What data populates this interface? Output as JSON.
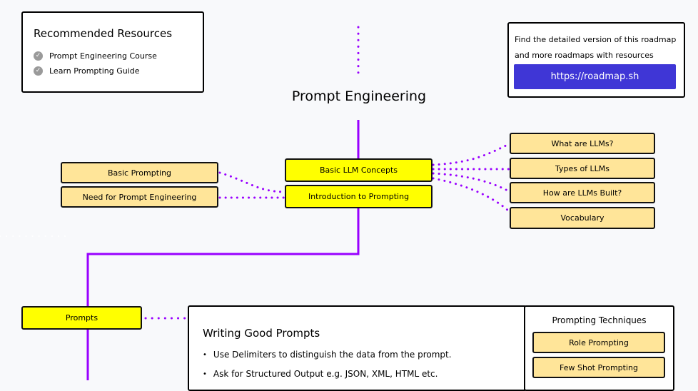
{
  "resources": {
    "title": "Recommended Resources",
    "items": [
      {
        "label": "Prompt Engineering Course",
        "icon": "check-circle-icon"
      },
      {
        "label": "Learn Prompting Guide",
        "icon": "check-circle-icon"
      }
    ]
  },
  "promo": {
    "text": "Find the detailed version of this roadmap and more roadmaps with resources",
    "button_label": "https://roadmap.sh",
    "button_color": "#3f36d6"
  },
  "title": "Prompt Engineering",
  "colors": {
    "connector": "#9900ff",
    "main_node": "#ffff00",
    "sub_node": "#ffe599"
  },
  "main_nodes": {
    "basic_llm_concepts": "Basic LLM Concepts",
    "introduction_to_prompting": "Introduction to Prompting",
    "prompts": "Prompts"
  },
  "left_nodes": [
    "Basic Prompting",
    "Need for Prompt Engineering"
  ],
  "right_nodes": [
    "What are LLMs?",
    "Types of LLMs",
    "How are LLMs Built?",
    "Vocabulary"
  ],
  "writing_good_prompts": {
    "title": "Writing Good Prompts",
    "items": [
      "Use Delimiters to distinguish the data from the prompt.",
      "Ask for Structured Output e.g. JSON, XML, HTML etc."
    ]
  },
  "prompting_techniques": {
    "title": "Prompting Techniques",
    "items": [
      "Role Prompting",
      "Few Shot Prompting"
    ]
  }
}
